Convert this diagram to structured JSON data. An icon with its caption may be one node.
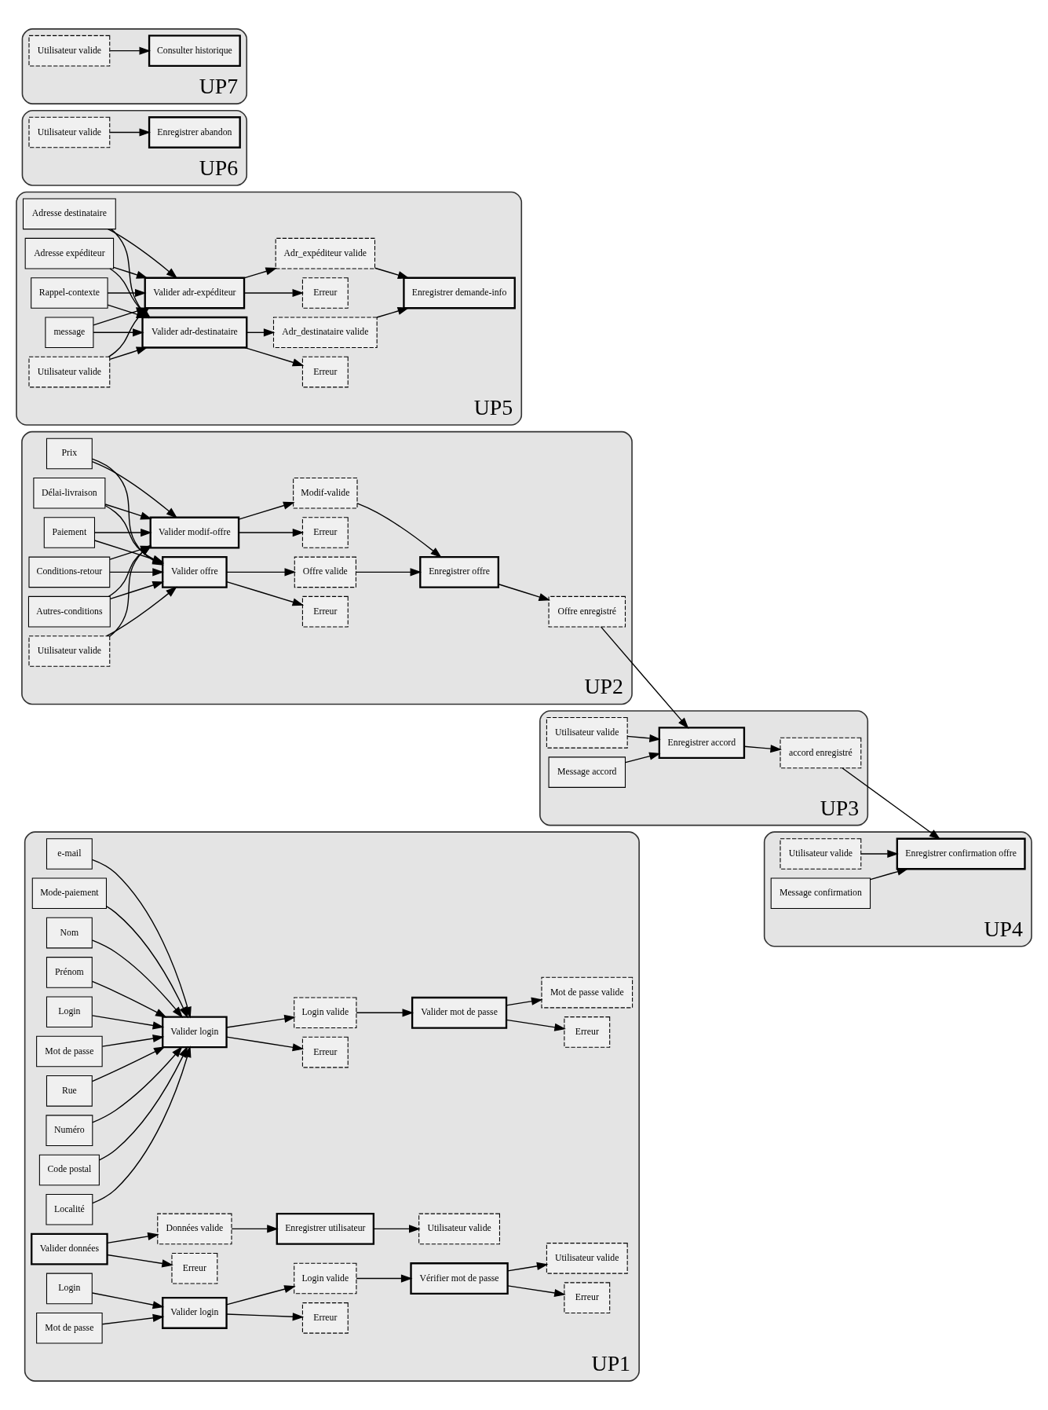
{
  "diagram": {
    "nodes": [
      {
        "text": [
          "UP1"
        ]
      },
      {
        "text": [
          "Nom"
        ],
        "in": 0
      },
      {
        "text": [
          "Prénom"
        ],
        "in": 0
      },
      {
        "text": [
          "Login"
        ],
        "in": 0
      },
      {
        "text": [
          "Mot de passe"
        ],
        "in": 0
      },
      {
        "text": [
          "Rue"
        ],
        "in": 0
      },
      {
        "text": [
          "Numéro"
        ],
        "in": 0
      },
      {
        "text": [
          "Code postal"
        ],
        "in": 0
      },
      {
        "text": [
          "Localité"
        ],
        "in": 0
      },
      {
        "text": [
          "e-mail"
        ],
        "in": 0
      },
      {
        "text": [
          "Mode-paiement"
        ],
        "in": 0
      },
      {
        "text": [
          "Valider login"
        ],
        "in": 0
      },
      {
        "text": [
          "Erreur"
        ],
        "in": 0
      },
      {
        "text": [
          "Login valide"
        ],
        "in": 0
      },
      {
        "text": [
          "Valider mot de passe"
        ],
        "in": 0
      },
      {
        "text": [
          "Erreur"
        ],
        "in": 0
      },
      {
        "text": [
          "Mot de passe valide"
        ],
        "in": 0
      },
      {
        "text": [
          "Valider données"
        ],
        "in": 0
      },
      {
        "text": [
          "Erreur"
        ],
        "in": 0
      },
      {
        "text": [
          "Données valide"
        ],
        "in": 0
      },
      {
        "text": [
          "Enregistrer utilisateur"
        ],
        "in": 0
      },
      {
        "text": [
          "Utilisateur valide"
        ],
        "in": 0
      },
      {
        "text": [
          "Login"
        ],
        "in": 0
      },
      {
        "text": [
          "Mot de passe"
        ],
        "in": 0
      },
      {
        "text": [
          "Valider login"
        ],
        "in": 0
      },
      {
        "text": [
          "Erreur"
        ],
        "in": 0
      },
      {
        "text": [
          "Login valide"
        ],
        "in": 0
      },
      {
        "text": [
          "Vérifier mot de passe"
        ],
        "in": 0
      },
      {
        "text": [
          "Erreur"
        ],
        "in": 0
      },
      {
        "text": [
          "Utilisateur valide"
        ],
        "in": 0
      },
      {
        "text": [
          "UP2"
        ]
      },
      {
        "text": [
          "Prix"
        ],
        "in": 30
      },
      {
        "text": [
          "Délai-livraison"
        ],
        "in": 30
      },
      {
        "text": [
          "Paiement"
        ],
        "in": 30
      },
      {
        "text": [
          "Conditions-retour"
        ],
        "in": 30
      },
      {
        "text": [
          "Autres-conditions"
        ],
        "in": 30
      },
      {
        "text": [
          "Utilisateur valide"
        ],
        "in": 30
      },
      {
        "text": [
          "Valider offre"
        ],
        "in": 30
      },
      {
        "text": [
          "Erreur"
        ],
        "in": 30
      },
      {
        "text": [
          "Offre valide"
        ],
        "in": 30
      },
      {
        "text": [
          "Valider modif-offre"
        ],
        "in": 30
      },
      {
        "text": [
          "Erreur"
        ],
        "in": 30
      },
      {
        "text": [
          "Modif-valide"
        ],
        "in": 30
      },
      {
        "text": [
          "Enregistrer offre"
        ],
        "in": 30
      },
      {
        "text": [
          "Offre enregistré"
        ],
        "in": 30
      },
      {
        "text": [
          "UP3"
        ]
      },
      {
        "text": [
          "Utilisateur valide"
        ],
        "in": 45
      },
      {
        "text": [
          "Message accord"
        ],
        "in": 45
      },
      {
        "text": [
          "Enregistrer accord"
        ],
        "in": 45
      },
      {
        "text": [
          "accord enregistré"
        ],
        "in": 45
      },
      {
        "text": [
          "UP4"
        ]
      },
      {
        "text": [
          "Utilisateur valide"
        ],
        "in": 50
      },
      {
        "text": [
          "Message confirmation"
        ],
        "in": 50
      },
      {
        "text": [
          "Enregistrer confirmation offre"
        ],
        "in": 50
      },
      {
        "text": [
          "UP5"
        ]
      },
      {
        "text": [
          "Adresse destinataire"
        ],
        "in": 54
      },
      {
        "text": [
          "Adresse expéditeur"
        ],
        "in": 54
      },
      {
        "text": [
          "Rappel-contexte"
        ],
        "in": 54
      },
      {
        "text": [
          "message"
        ],
        "in": 54
      },
      {
        "text": [
          "Utilisateur valide"
        ],
        "in": 54
      },
      {
        "text": [
          "Valider adr-destinataire"
        ],
        "in": 54
      },
      {
        "text": [
          "Erreur"
        ],
        "in": 54
      },
      {
        "text": [
          "Adr_destinataire valide"
        ],
        "in": 54
      },
      {
        "text": [
          "Valider adr-expéditeur"
        ],
        "in": 54
      },
      {
        "text": [
          "Erreur"
        ],
        "in": 54
      },
      {
        "text": [
          "Adr_expéditeur valide"
        ],
        "in": 54
      },
      {
        "text": [
          "Enregistrer demande-info"
        ],
        "in": 54
      },
      {
        "text": [
          "UP6"
        ]
      },
      {
        "text": [
          "Utilisateur valide"
        ],
        "in": 67
      },
      {
        "text": [
          "Enregistrer abandon"
        ],
        "in": 67
      },
      {
        "text": [
          "UP7"
        ]
      },
      {
        "text": [
          "Utilisateur valide"
        ],
        "in": 70
      },
      {
        "text": [
          "Consulter historique"
        ],
        "in": 70
      }
    ],
    "edges": [
      {
        "from": 1,
        "to": 11,
        "arrow": "to"
      },
      {
        "from": 2,
        "to": 11,
        "arrow": "to"
      },
      {
        "from": 3,
        "to": 11,
        "arrow": "to"
      },
      {
        "from": 4,
        "to": 11,
        "arrow": "to"
      },
      {
        "from": 5,
        "to": 11,
        "arrow": "to"
      },
      {
        "from": 6,
        "to": 11,
        "arrow": "to"
      },
      {
        "from": 7,
        "to": 11,
        "arrow": "to"
      },
      {
        "from": 8,
        "to": 11,
        "arrow": "to"
      },
      {
        "from": 9,
        "to": 11,
        "arrow": "to"
      },
      {
        "from": 10,
        "to": 11,
        "arrow": "to"
      },
      {
        "from": 11,
        "to": 12,
        "arrow": "to"
      },
      {
        "from": 11,
        "to": 13,
        "arrow": "to"
      },
      {
        "from": 13,
        "to": 14,
        "arrow": "to"
      },
      {
        "from": 14,
        "to": 15,
        "arrow": "to"
      },
      {
        "from": 14,
        "to": 16,
        "arrow": "to"
      },
      {
        "from": 17,
        "to": 18,
        "arrow": "to"
      },
      {
        "from": 17,
        "to": 19,
        "arrow": "to"
      },
      {
        "from": 19,
        "to": 20,
        "arrow": "to"
      },
      {
        "from": 20,
        "to": 21,
        "arrow": "to"
      },
      {
        "from": 22,
        "to": 24,
        "arrow": "to"
      },
      {
        "from": 23,
        "to": 24,
        "arrow": "to"
      },
      {
        "from": 24,
        "to": 25,
        "arrow": "to"
      },
      {
        "from": 24,
        "to": 26,
        "arrow": "to"
      },
      {
        "from": 26,
        "to": 27,
        "arrow": "to"
      },
      {
        "from": 27,
        "to": 28,
        "arrow": "to"
      },
      {
        "from": 27,
        "to": 29,
        "arrow": "to"
      },
      {
        "from": 31,
        "to": 37,
        "arrow": "to"
      },
      {
        "from": 32,
        "to": 37,
        "arrow": "to"
      },
      {
        "from": 33,
        "to": 37,
        "arrow": "to"
      },
      {
        "from": 34,
        "to": 37,
        "arrow": "to"
      },
      {
        "from": 35,
        "to": 37,
        "arrow": "to"
      },
      {
        "from": 36,
        "to": 37,
        "arrow": "to"
      },
      {
        "from": 31,
        "to": 40,
        "arrow": "to"
      },
      {
        "from": 32,
        "to": 40,
        "arrow": "to"
      },
      {
        "from": 33,
        "to": 40,
        "arrow": "to"
      },
      {
        "from": 34,
        "to": 40,
        "arrow": "to"
      },
      {
        "from": 35,
        "to": 40,
        "arrow": "to"
      },
      {
        "from": 36,
        "to": 40,
        "arrow": "to"
      },
      {
        "from": 37,
        "to": 38,
        "arrow": "to"
      },
      {
        "from": 37,
        "to": 39,
        "arrow": "to"
      },
      {
        "from": 40,
        "to": 41,
        "arrow": "to"
      },
      {
        "from": 40,
        "to": 42,
        "arrow": "to"
      },
      {
        "from": 39,
        "to": 43,
        "arrow": "to"
      },
      {
        "from": 42,
        "to": 43,
        "arrow": "to"
      },
      {
        "from": 43,
        "to": 44,
        "arrow": "to"
      },
      {
        "from": 46,
        "to": 48,
        "arrow": "to"
      },
      {
        "from": 47,
        "to": 48,
        "arrow": "to"
      },
      {
        "from": 44,
        "to": 48,
        "arrow": "to"
      },
      {
        "from": 48,
        "to": 49,
        "arrow": "to"
      },
      {
        "from": 49,
        "to": 53,
        "arrow": "to"
      },
      {
        "from": 51,
        "to": 53,
        "arrow": "to"
      },
      {
        "from": 52,
        "to": 53,
        "arrow": "to"
      },
      {
        "from": 55,
        "to": 60,
        "arrow": "to"
      },
      {
        "from": 56,
        "to": 60,
        "arrow": "to"
      },
      {
        "from": 57,
        "to": 60,
        "arrow": "to"
      },
      {
        "from": 58,
        "to": 60,
        "arrow": "to"
      },
      {
        "from": 59,
        "to": 60,
        "arrow": "to"
      },
      {
        "from": 55,
        "to": 63,
        "arrow": "to"
      },
      {
        "from": 56,
        "to": 63,
        "arrow": "to"
      },
      {
        "from": 57,
        "to": 63,
        "arrow": "to"
      },
      {
        "from": 58,
        "to": 63,
        "arrow": "to"
      },
      {
        "from": 59,
        "to": 63,
        "arrow": "to"
      },
      {
        "from": 60,
        "to": 61,
        "arrow": "to"
      },
      {
        "from": 60,
        "to": 62,
        "arrow": "to"
      },
      {
        "from": 63,
        "to": 64,
        "arrow": "to"
      },
      {
        "from": 63,
        "to": 65,
        "arrow": "to"
      },
      {
        "from": 62,
        "to": 66,
        "arrow": "to"
      },
      {
        "from": 65,
        "to": 66,
        "arrow": "to"
      },
      {
        "from": 68,
        "to": 69,
        "arrow": "to"
      },
      {
        "from": 71,
        "to": 72,
        "arrow": "to"
      }
    ]
  }
}
